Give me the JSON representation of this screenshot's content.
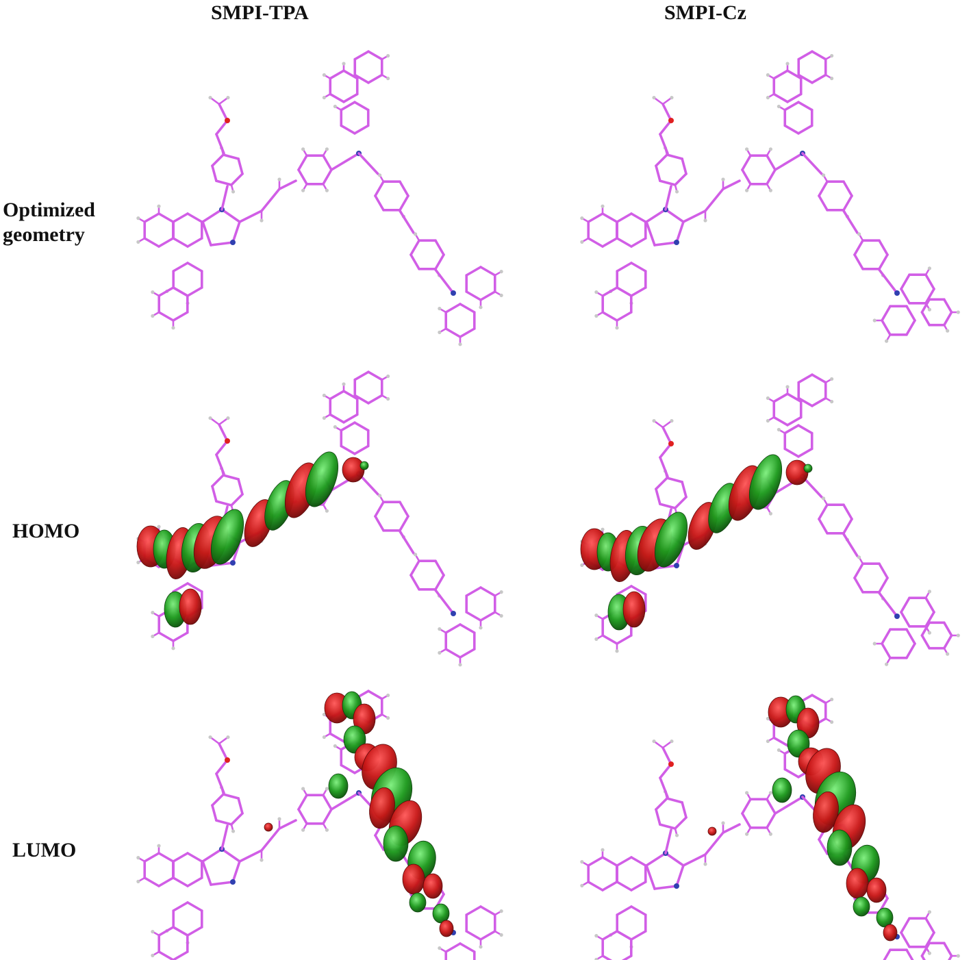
{
  "columns": [
    "SMPI-TPA",
    "SMPI-Cz"
  ],
  "rows": {
    "geometry": [
      "Optimized",
      "geometry"
    ],
    "homo": "HOMO",
    "lumo": "LUMO"
  },
  "colors": {
    "bond": "#d15ee6",
    "bond_dark": "#2b2b4a",
    "hydrogen": "#c8c8c8",
    "oxygen": "#e02020",
    "nitrogen": "#3040b0",
    "orbital_positive": "#c81818",
    "orbital_negative": "#1e9a1e"
  }
}
